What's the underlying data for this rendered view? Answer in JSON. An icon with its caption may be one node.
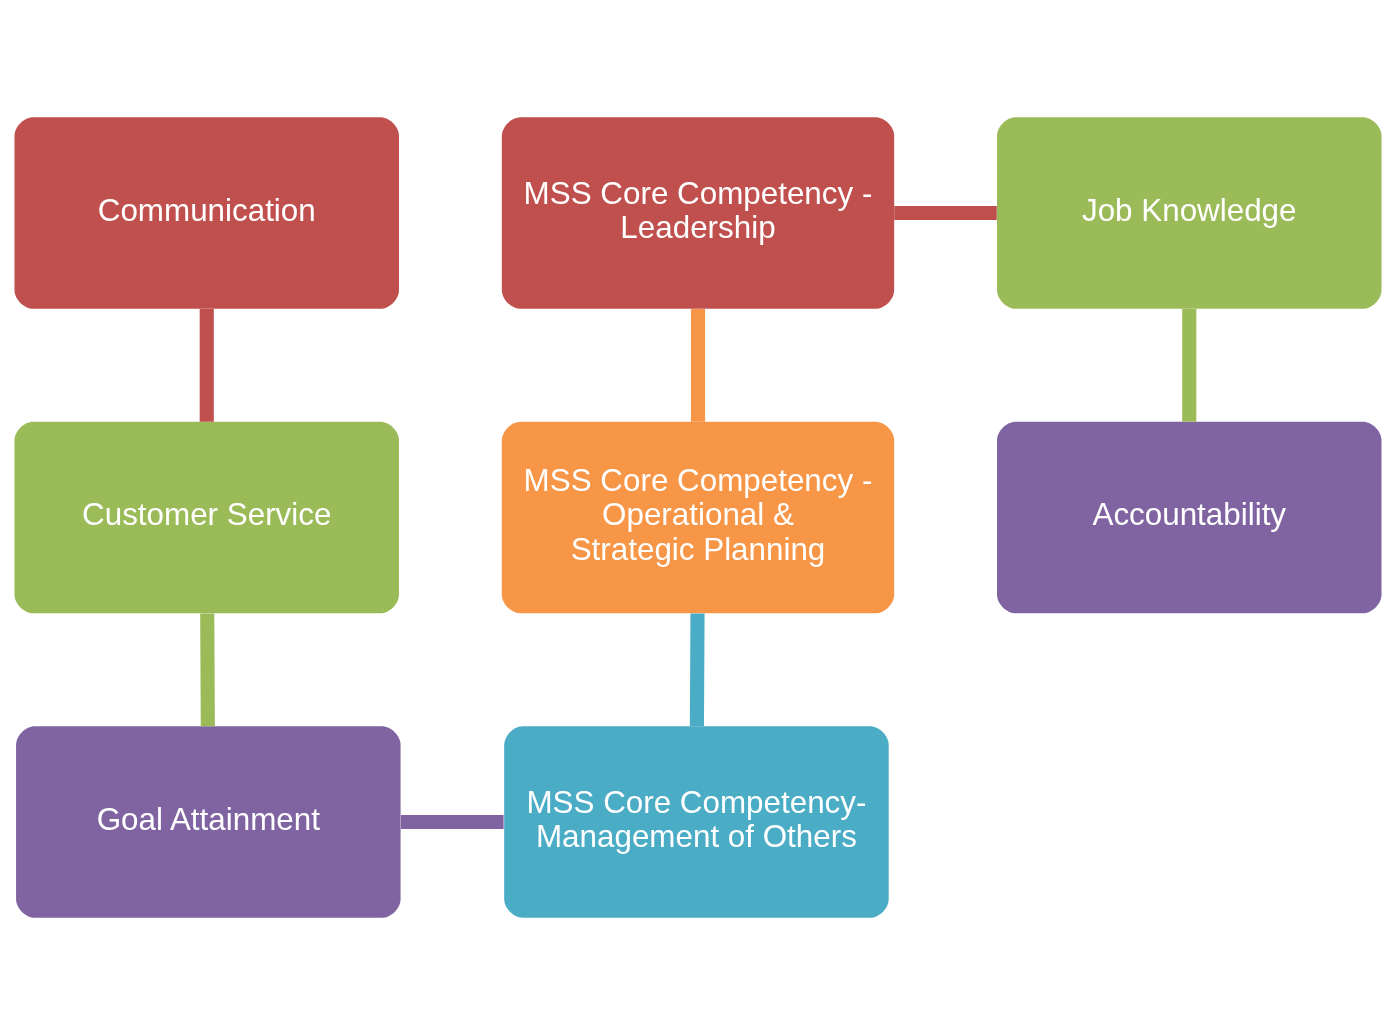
{
  "diagram": {
    "nodes": [
      {
        "text": [
          "Communication"
        ]
      },
      {
        "text": [
          "MSS Core Competency - Leadership"
        ]
      },
      {
        "text": [
          "Job Knowledge"
        ]
      },
      {
        "text": [
          "Customer Service"
        ]
      },
      {
        "text": [
          "MSS Core Competency - Operational & Strategic Planning"
        ]
      },
      {
        "text": [
          "Accountability"
        ]
      },
      {
        "text": [
          "Goal Attainment"
        ]
      },
      {
        "text": [
          "MSS Core Competency- Management of Others"
        ]
      }
    ],
    "edges": [
      {
        "from": 0,
        "to": 3,
        "arrow": "none",
        "color": "#c0504d"
      },
      {
        "from": 1,
        "to": 2,
        "arrow": "none",
        "color": "#c0504d"
      },
      {
        "from": 1,
        "to": 4,
        "arrow": "none",
        "color": "#f79646"
      },
      {
        "from": 2,
        "to": 5,
        "arrow": "none",
        "color": "#9bbb59"
      },
      {
        "from": 3,
        "to": 6,
        "arrow": "none",
        "color": "#9bbb59"
      },
      {
        "from": 4,
        "to": 7,
        "arrow": "none",
        "color": "#4bacc6"
      },
      {
        "from": 6,
        "to": 7,
        "arrow": "none",
        "color": "#8064a2"
      }
    ]
  }
}
